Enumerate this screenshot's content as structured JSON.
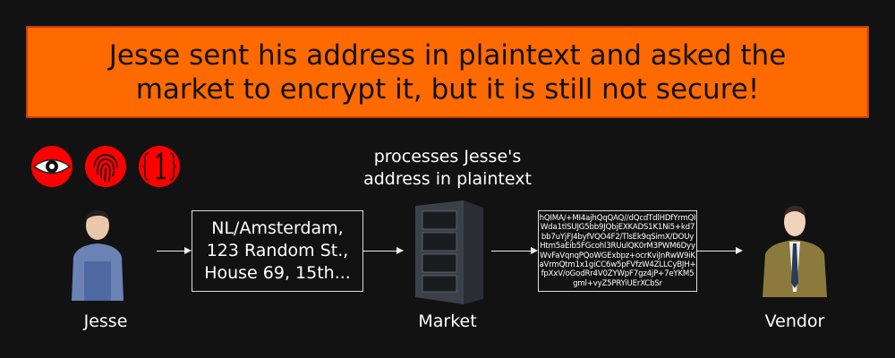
{
  "banner": {
    "line1": "Jesse sent his address in plaintext and asked the",
    "line2": "market to encrypt it, but it is still not secure!"
  },
  "icons": [
    "eye-icon",
    "fingerprint-icon",
    "braces-one-icon"
  ],
  "nodes": {
    "jesse": "Jesse",
    "market": "Market",
    "vendor": "Vendor"
  },
  "market_note": {
    "line1": "processes Jesse's",
    "line2": "address in plaintext"
  },
  "address_box": "NL/Amsterdam,\n123 Random St.,\nHouse 69, 15th...",
  "cipher_box": "hQIMA/+MI4ajhQqQAQ//dQcdTdlHDfYrmQIWda1tlSUJG5bb9JQbjEXKADS1K1Ni5+kd7bb7uYjFJ4byfVQO4F2/TlsEk9qSimX/DOUyHtm5aEib5FGcohl3RUulQK0rM3PWM6DyyWvFaVqnqPQoWGExbpz+ocrKviJnRwW9iKaVrmQtm1x1giCC6w5pFVfzW4ZLLCyBJH+fpXxV/oGodRr4V0ZYWpF7gz4jP+7eYKM5gml+vyZ5PRYiUErXCbSr",
  "colors": {
    "background": "#121212",
    "banner": "#ff6a00",
    "icon_red": "#ff0000"
  }
}
